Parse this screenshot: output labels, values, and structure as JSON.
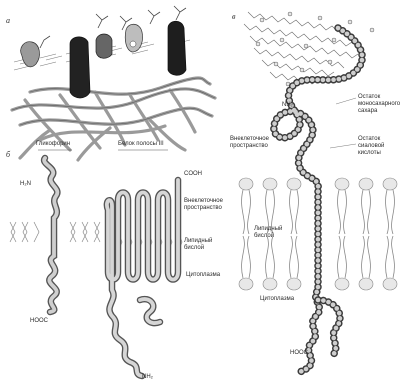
{
  "panels": {
    "a": {
      "letter": "а"
    },
    "b": {
      "letter": "б",
      "left_caption": "Гликофорин",
      "right_caption": "Белок полосы III",
      "n_term_left": "H₂N",
      "c_term_left": "HOOC",
      "c_term_right": "COOH",
      "n_term_right": "NH₂",
      "extracellular": "Внеклеточное пространство",
      "bilayer": "Липидный бислой",
      "cytoplasm": "Цитоплазма"
    },
    "c": {
      "letter": "в",
      "n_term": "NH₂",
      "sugar_residue": "Остаток моносахарного сахара",
      "sialic_residue": "Остаток сиаловой кислоты",
      "extracellular": "Внеклеточное пространство",
      "bilayer": "Липидный бислой",
      "cytoplasm": "Цитоплазма",
      "c_term": "HOOC"
    }
  }
}
